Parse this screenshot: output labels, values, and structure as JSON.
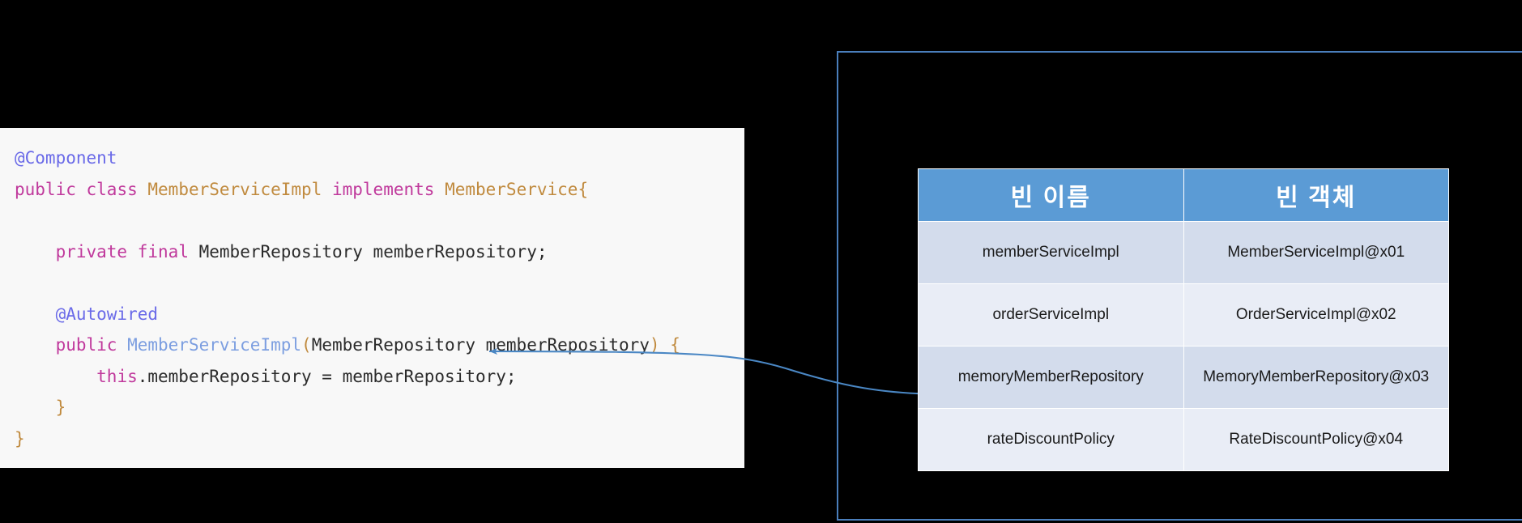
{
  "code_panel": {
    "language": "java",
    "lines": [
      [
        {
          "t": "@Component",
          "c": "anno"
        }
      ],
      [
        {
          "t": "public",
          "c": "kw"
        },
        {
          "t": " ",
          "c": "plain"
        },
        {
          "t": "class",
          "c": "kw"
        },
        {
          "t": " ",
          "c": "plain"
        },
        {
          "t": "MemberServiceImpl",
          "c": "type"
        },
        {
          "t": " ",
          "c": "plain"
        },
        {
          "t": "implements",
          "c": "kw"
        },
        {
          "t": " ",
          "c": "plain"
        },
        {
          "t": "MemberService",
          "c": "type"
        },
        {
          "t": "{",
          "c": "punct"
        }
      ],
      [],
      [
        {
          "t": "    ",
          "c": "plain"
        },
        {
          "t": "private",
          "c": "kw"
        },
        {
          "t": " ",
          "c": "plain"
        },
        {
          "t": "final",
          "c": "kw"
        },
        {
          "t": " ",
          "c": "plain"
        },
        {
          "t": "MemberRepository memberRepository;",
          "c": "plain"
        }
      ],
      [],
      [
        {
          "t": "    ",
          "c": "plain"
        },
        {
          "t": "@Autowired",
          "c": "anno"
        }
      ],
      [
        {
          "t": "    ",
          "c": "plain"
        },
        {
          "t": "public",
          "c": "kw"
        },
        {
          "t": " ",
          "c": "plain"
        },
        {
          "t": "MemberServiceImpl",
          "c": "type2"
        },
        {
          "t": "(",
          "c": "punct"
        },
        {
          "t": "MemberRepository memberRepository",
          "c": "plain"
        },
        {
          "t": ") {",
          "c": "punct"
        }
      ],
      [
        {
          "t": "        ",
          "c": "plain"
        },
        {
          "t": "this",
          "c": "kw"
        },
        {
          "t": ".memberRepository = memberRepository;",
          "c": "plain"
        }
      ],
      [
        {
          "t": "    }",
          "c": "punct"
        }
      ],
      [
        {
          "t": "}",
          "c": "punct"
        }
      ]
    ]
  },
  "bean_table": {
    "headers": [
      "빈 이름",
      "빈 객체"
    ],
    "rows": [
      {
        "bean_name": "memberServiceImpl",
        "bean_object": "MemberServiceImpl@x01"
      },
      {
        "bean_name": "orderServiceImpl",
        "bean_object": "OrderServiceImpl@x02"
      },
      {
        "bean_name": "memoryMemberRepository",
        "bean_object": "MemoryMemberRepository@x03"
      },
      {
        "bean_name": "rateDiscountPolicy",
        "bean_object": "RateDiscountPolicy@x04"
      }
    ]
  },
  "colors": {
    "background": "#000000",
    "container_border": "#4A7EBB",
    "table_header_bg": "#5B9BD5",
    "table_header_text": "#FFFFFF",
    "row_shade_a": "#D3DCEC",
    "row_shade_b": "#E9EDF6",
    "code_panel_bg": "#F8F8F8",
    "connector": "#4A87C4",
    "annotation": "#6A6AE8",
    "keyword": "#C0399C",
    "type": "#C08A3E",
    "type_alt": "#7C9EE0"
  }
}
